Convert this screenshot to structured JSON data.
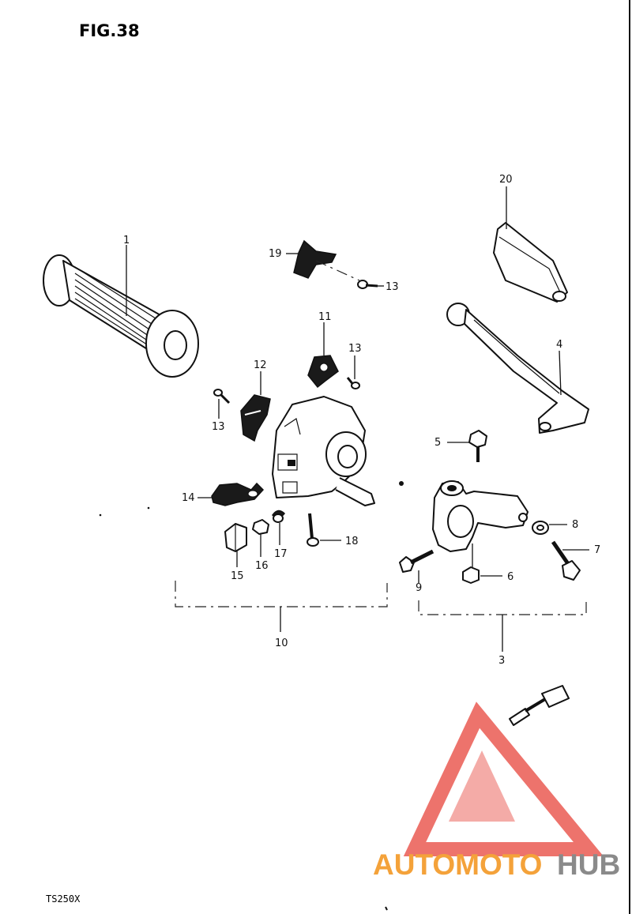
{
  "figure": {
    "title": "FIG.38",
    "model": "TS250X"
  },
  "parts": [
    {
      "id": "grip",
      "label": "1"
    },
    {
      "id": "lever-assembly",
      "label": "3"
    },
    {
      "id": "lever",
      "label": "4"
    },
    {
      "id": "bolt-5",
      "label": "5"
    },
    {
      "id": "nut-6",
      "label": "6"
    },
    {
      "id": "bolt-7",
      "label": "7"
    },
    {
      "id": "washer-8",
      "label": "8"
    },
    {
      "id": "bolt-9",
      "label": "9"
    },
    {
      "id": "switch-assembly",
      "label": "10"
    },
    {
      "id": "switch-knob-11",
      "label": "11"
    },
    {
      "id": "switch-knob-12",
      "label": "12"
    },
    {
      "id": "screw-13-a",
      "label": "13"
    },
    {
      "id": "screw-13-b",
      "label": "13"
    },
    {
      "id": "screw-13-c",
      "label": "13"
    },
    {
      "id": "switch-14",
      "label": "14"
    },
    {
      "id": "button-15",
      "label": "15"
    },
    {
      "id": "nut-16",
      "label": "16"
    },
    {
      "id": "spring-17",
      "label": "17"
    },
    {
      "id": "screw-18",
      "label": "18"
    },
    {
      "id": "knob-19",
      "label": "19"
    },
    {
      "id": "lever-cover",
      "label": "20"
    }
  ],
  "watermark": {
    "text_part1": "AUTOMOTO",
    "text_part2": "HUB",
    "color_red": "#e8453c",
    "color_orange": "#f4a23a",
    "color_gray": "#8a8a8a"
  }
}
